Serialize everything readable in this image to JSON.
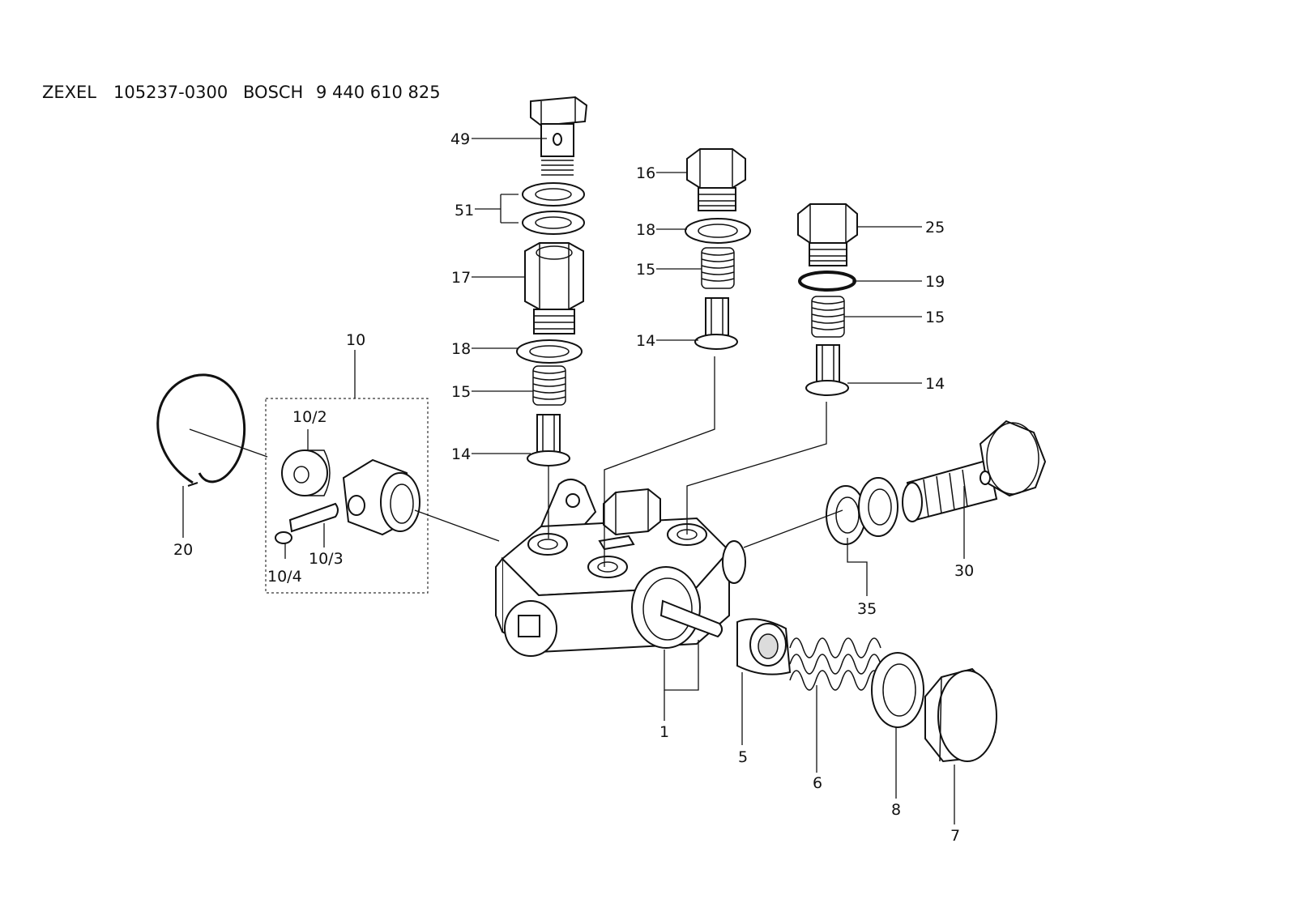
{
  "header": {
    "maker1": "ZEXEL",
    "part1": "105237-0300",
    "maker2": "BOSCH",
    "part2": "9 440 610 825"
  },
  "callouts": {
    "c49": "49",
    "c51": "51",
    "c17": "17",
    "c18a": "18",
    "c15a": "15",
    "c14a": "14",
    "c16": "16",
    "c18b": "18",
    "c15b": "15",
    "c14b": "14",
    "c25": "25",
    "c19": "19",
    "c15c": "15",
    "c14c": "14",
    "c10": "10",
    "c10_2": "10/2",
    "c10_3": "10/3",
    "c10_4": "10/4",
    "c20": "20",
    "c1": "1",
    "c5": "5",
    "c6": "6",
    "c8": "8",
    "c7": "7",
    "c30": "30",
    "c35": "35"
  }
}
